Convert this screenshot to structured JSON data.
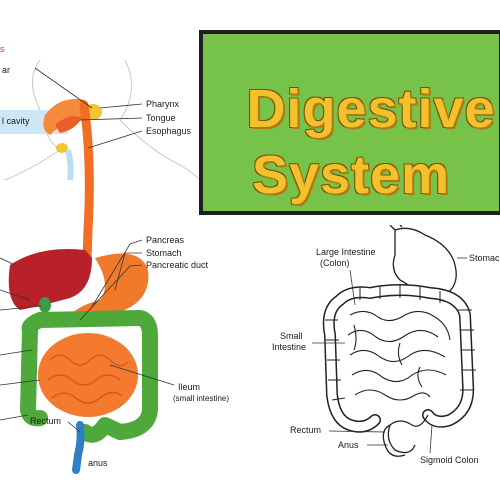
{
  "title": {
    "line1": "Digestive",
    "line2": "System"
  },
  "left_diagram": {
    "top_label_partial": "s",
    "salivary_partial": "ar",
    "oral_cavity_partial": "l cavity",
    "labels": {
      "pharynx": "Pharynx",
      "tongue": "Tongue",
      "esophagus": "Esophagus",
      "pancreas": "Pancreas",
      "stomach": "Stomach",
      "pancreatic_duct": "Pancreatic duct",
      "ileum": "Ileum",
      "ileum_sub": "(small intestine)",
      "rectum": "Rectum",
      "anus": "anus"
    },
    "colors": {
      "liver": "#b8202a",
      "stomach": "#f07a2a",
      "small_intestine": "#f47a2f",
      "large_intestine": "#4fa83a",
      "esophagus": "#f26e24",
      "pancreas": "#f2d23a"
    }
  },
  "right_diagram": {
    "labels": {
      "large_intestine_1": "Large Intestine",
      "large_intestine_2": "(Colon)",
      "stomach_partial": "Stomac",
      "small_intestine_1": "Small",
      "small_intestine_2": "Intestine",
      "rectum": "Rectum",
      "anus": "Anus",
      "sigmoid_colon": "Sigmoid Colon"
    }
  }
}
